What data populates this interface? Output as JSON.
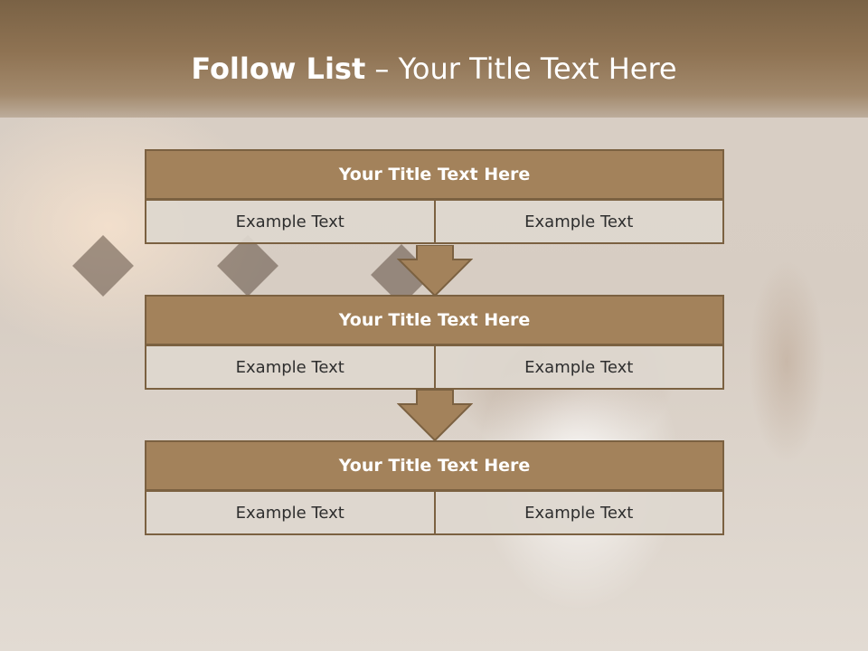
{
  "slide": {
    "title_bold": "Follow List",
    "title_rest": "– Your Title Text Here"
  },
  "steps": [
    {
      "title": "Your Title Text Here",
      "left": "Example Text",
      "right": "Example Text"
    },
    {
      "title": "Your Title Text Here",
      "left": "Example Text",
      "right": "Example Text"
    },
    {
      "title": "Your Title Text Here",
      "left": "Example Text",
      "right": "Example Text"
    }
  ],
  "colors": {
    "header": "#8f7353",
    "block_title": "#a3825b",
    "border": "#7b6141",
    "arrow": "#a3825b"
  },
  "icons": {
    "connector": "down-arrow-icon"
  }
}
